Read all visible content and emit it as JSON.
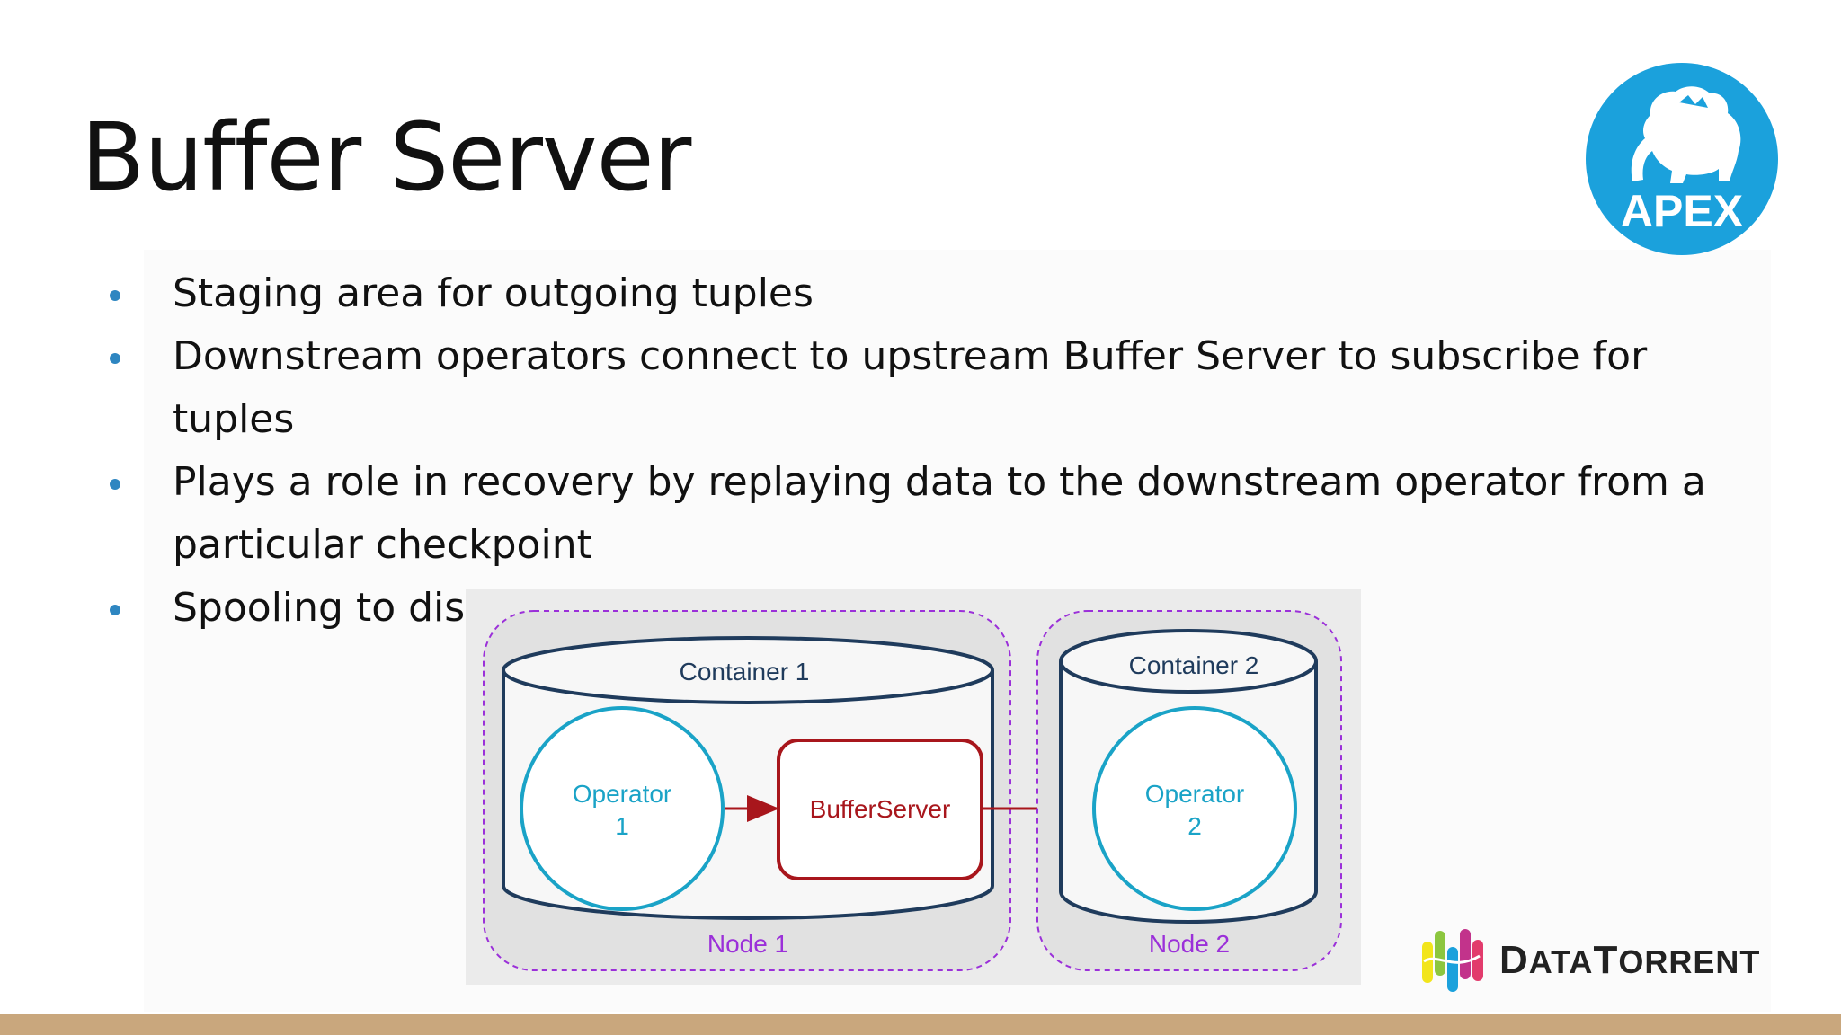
{
  "slide": {
    "title": "Buffer Server",
    "bullets": [
      "Staging area for outgoing tuples",
      "Downstream operators connect to upstream Buffer Server to subscribe for tuples",
      "Plays a role in recovery by replaying data to the downstream operator from a",
      "particular checkpoint",
      "Spooling to disk is also supported"
    ]
  },
  "logos": {
    "apex": "APEX",
    "datatorrent_first": "D",
    "datatorrent_rest": "ATA",
    "datatorrent_t": "T",
    "datatorrent_rest2": "ORRENT"
  },
  "diagram": {
    "node1": "Node 1",
    "node2": "Node 2",
    "container1": "Container 1",
    "container2": "Container 2",
    "operator1_line1": "Operator",
    "operator1_line2": "1",
    "operator2_line1": "Operator",
    "operator2_line2": "2",
    "buffer_server": "BufferServer"
  },
  "colors": {
    "apex_blue": "#1ba1dc",
    "operator_teal": "#1aa3c7",
    "buffer_red": "#a8161c",
    "node_purple": "#9b30d9",
    "container_navy": "#1f3b5c",
    "footer_tan": "#c9a77d"
  }
}
